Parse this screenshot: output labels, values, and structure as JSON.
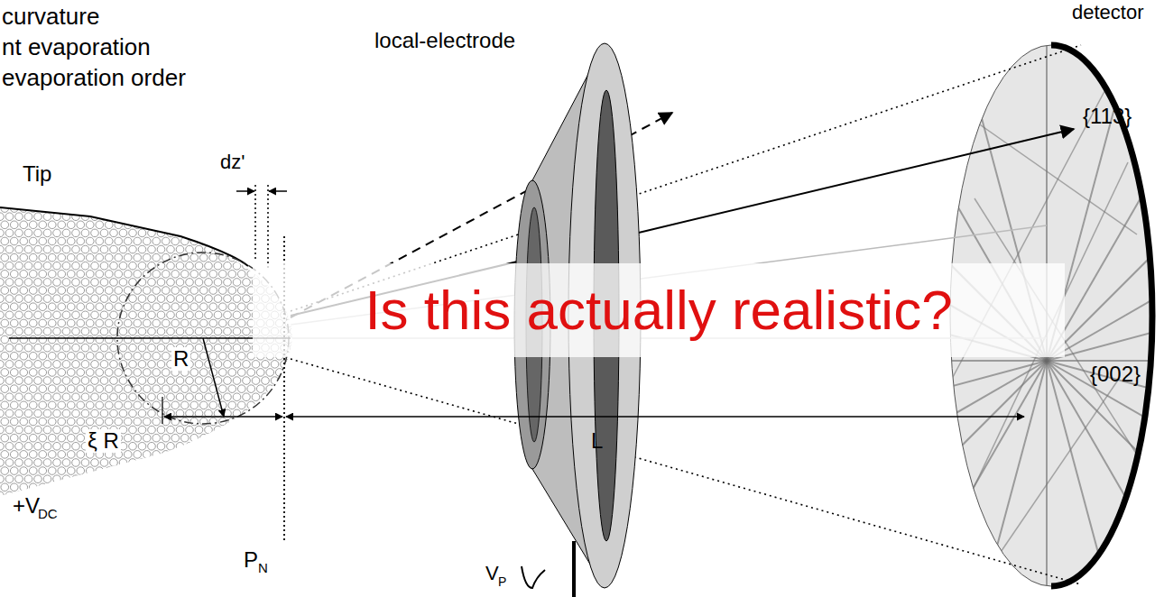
{
  "diagram": {
    "nodes": [
      {
        "text": [
          "Is this actually realistic?"
        ]
      }
    ],
    "labels": [
      "curvature",
      "nt evaporation",
      "evaporation order",
      "local-electrode",
      "detector",
      "Tip",
      "dz'",
      "{113}",
      "R",
      "{002}",
      "ξ R",
      "L",
      "+V",
      "DC",
      "P",
      "N",
      "V",
      "P"
    ]
  }
}
